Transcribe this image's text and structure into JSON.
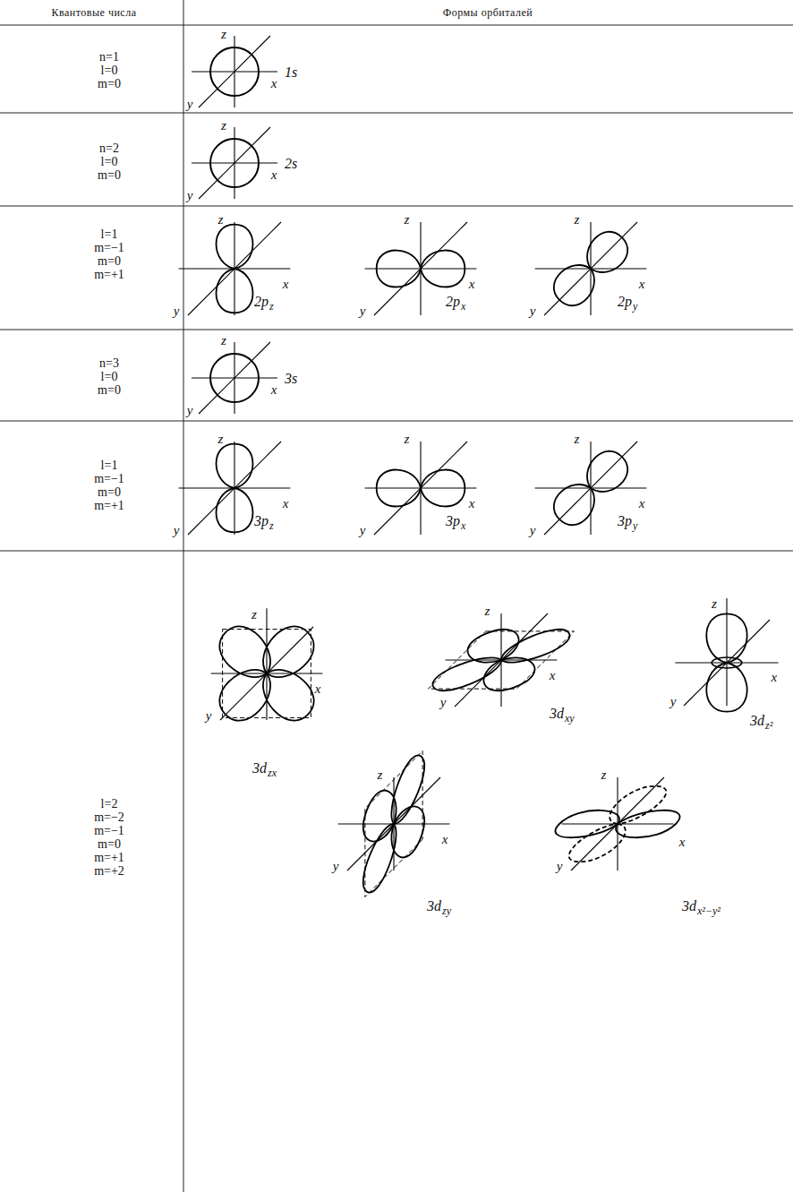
{
  "diagram": {
    "labels": [
      "Квантовые числа",
      "Формы орбиталей",
      "n=1",
      "l=0",
      "m=0",
      "z",
      "x",
      "y",
      "1s",
      "n=2",
      "l=0",
      "m=0",
      "z",
      "x",
      "y",
      "2s",
      "l=1",
      "m=−1",
      "m=0",
      "m=+1",
      "z",
      "x",
      "y",
      "2p",
      "z",
      "z",
      "x",
      "y",
      "2p",
      "x",
      "z",
      "x",
      "y",
      "2p",
      "y",
      "n=3",
      "l=0",
      "m=0",
      "z",
      "x",
      "y",
      "3s",
      "l=1",
      "m=−1",
      "m=0",
      "m=+1",
      "z",
      "x",
      "y",
      "3p",
      "z",
      "z",
      "x",
      "y",
      "3p",
      "x",
      "z",
      "x",
      "y",
      "3p",
      "y",
      "l=2",
      "m=−2",
      "m=−1",
      "m=0",
      "m=+1",
      "m=+2",
      "z",
      "x",
      "y",
      "3d",
      "zx",
      "z",
      "x",
      "y",
      "3d",
      "xy",
      "z",
      "x",
      "y",
      "3d",
      "z²",
      "z",
      "x",
      "y",
      "3d",
      "zy",
      "z",
      "x",
      "y",
      "3d",
      "x²−y²"
    ]
  }
}
